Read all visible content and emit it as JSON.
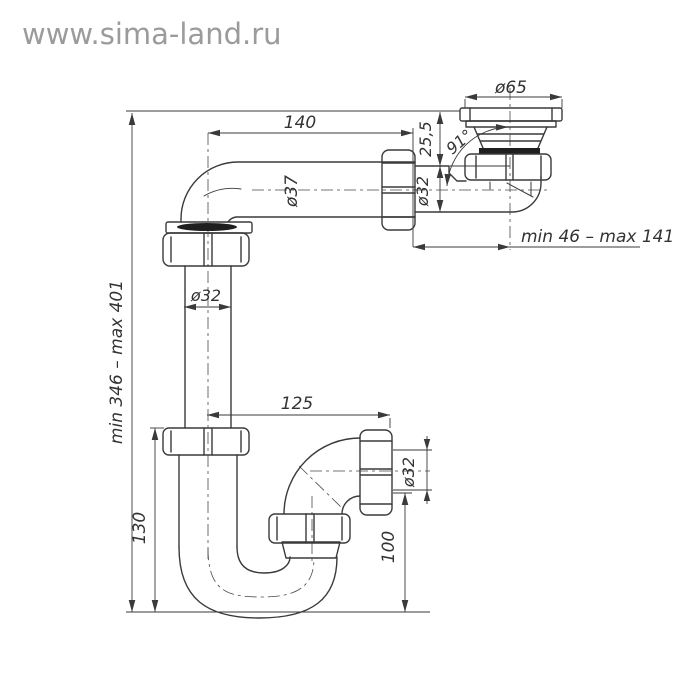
{
  "watermark": "www.sima-land.ru",
  "colors": {
    "line": "#3a3a3a",
    "thin_line": "#4a4a4a",
    "gasket": "#1f1f1f",
    "watermark": "#9b9b9b",
    "background": "#ffffff"
  },
  "drawing": {
    "type": "technical-drawing",
    "subject": "sink siphon (drain trap) with sink flange, telescopic outlet and P-trap, dimensioned",
    "labels": {
      "dia_flange": "ø65",
      "flange_height": "25,5",
      "angle": "91°",
      "pipe_length": "140",
      "dia_pipe": "ø37",
      "dia_outlet": "ø32",
      "range_horizontal": "min 46 – max 141",
      "dia_vertical": "ø32",
      "range_height": "min 346 – max 401",
      "trap_length": "125",
      "dia_trap_outlet": "ø32",
      "trap_height_left": "130",
      "trap_height_right": "100"
    }
  }
}
